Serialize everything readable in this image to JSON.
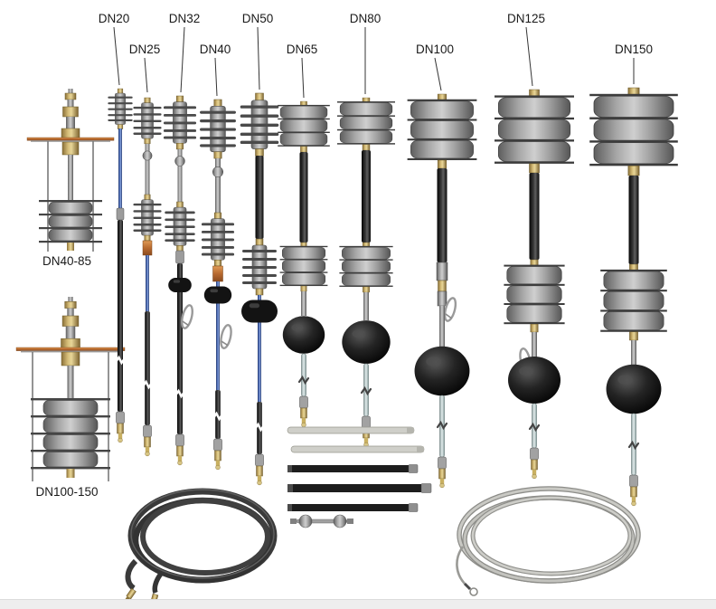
{
  "diagram": {
    "products": [
      {
        "id": "dn20",
        "label": "DN20"
      },
      {
        "id": "dn25",
        "label": "DN25"
      },
      {
        "id": "dn32",
        "label": "DN32"
      },
      {
        "id": "dn40",
        "label": "DN40"
      },
      {
        "id": "dn50",
        "label": "DN50"
      },
      {
        "id": "dn65",
        "label": "DN65"
      },
      {
        "id": "dn80",
        "label": "DN80"
      },
      {
        "id": "dn100",
        "label": "DN100"
      },
      {
        "id": "dn125",
        "label": "DN125"
      },
      {
        "id": "dn150",
        "label": "DN150"
      }
    ],
    "flanged_assemblies": [
      {
        "id": "dn40-85",
        "label": "DN40-85"
      },
      {
        "id": "dn100-150",
        "label": "DN100-150"
      }
    ]
  },
  "palette": {
    "background": "#ffffff",
    "metal_grey": "#9a9a9a",
    "brass": "#c2a95e",
    "copper_flange": "#b86a30",
    "rubber_black": "#161616",
    "rod_blue": "#3f63b0",
    "hose_coil_dark": "#3a3a3a",
    "cable_coil_grey": "#b8b8b4",
    "footer_bar": "#eeeeee",
    "label_text": "#1a1a1a"
  }
}
